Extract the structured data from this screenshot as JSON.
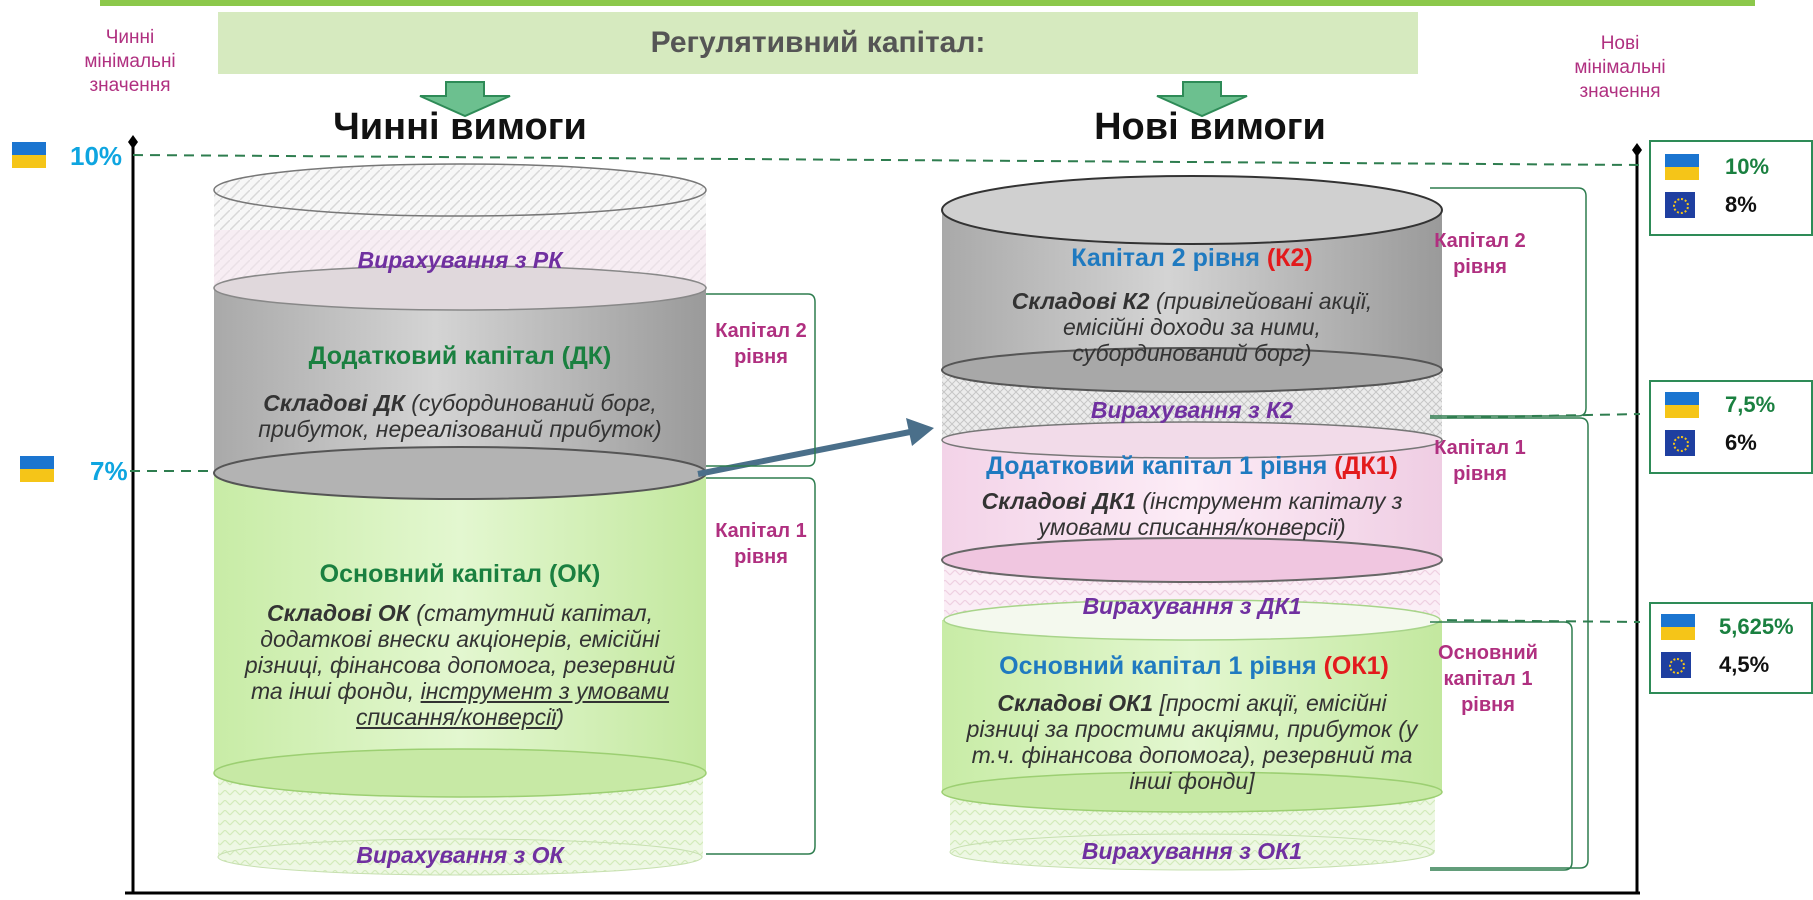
{
  "banner": "Регулятивний капітал:",
  "left_axis_label": [
    "Чинні",
    "мінімальні",
    "значення"
  ],
  "right_axis_label": [
    "Нові",
    "мінімальні",
    "значення"
  ],
  "left_header": "Чинні вимоги",
  "right_header": "Нові вимоги",
  "left_levels": {
    "p10": "10%",
    "p7": "7%"
  },
  "left_cylinder": {
    "deduct_top": "Вирахування з РК",
    "dk_title": "Додатковий капітал (ДК)",
    "dk_bold": "Складові ДК",
    "dk_text": " (субординований борг, прибуток, нереалізований прибуток)",
    "ok_title": "Основний капітал (ОК)",
    "ok_bold": "Складові ОК",
    "ok_text": " (статутний капітал, додаткові внески акціонерів, емісійні різниці, фінансова допомога, резервний та інші фонди, ",
    "ok_under": "інструмент з умовами списання/конверсії",
    "ok_end": ")",
    "deduct_bottom": "Вирахування з ОК"
  },
  "left_tiers": {
    "tier2": "Капітал 2 рівня",
    "tier1": "Капітал 1 рівня"
  },
  "right_cylinder": {
    "k2_title": "Капітал 2 рівня ",
    "k2_code": "(К2)",
    "k2_bold": "Складові К2",
    "k2_text": " (привілейовані акції, емісійні доходи за ними, субординований борг)",
    "deduct_k2": "Вирахування з К2",
    "dk1_title": "Додатковий капітал 1 рівня ",
    "dk1_code": "(ДК1)",
    "dk1_bold": "Складові ДК1",
    "dk1_text": " (інструмент капіталу з умовами списання/конверсії)",
    "deduct_dk1": "Вирахування з ДК1",
    "ok1_title": "Основний капітал 1 рівня ",
    "ok1_code": "(ОК1)",
    "ok1_bold": "Складові ОК1",
    "ok1_text": " [прості акції, емісійні різниці за простими акціями, прибуток (у т.ч. фінансова допомога), резервний та інші фонди]",
    "deduct_ok1": "Вирахування з ОК1"
  },
  "right_tiers": {
    "tier2": "Капітал 2 рівня",
    "tier1": "Капітал 1 рівня",
    "cet1": "Основний капітал 1 рівня"
  },
  "right_levels": [
    {
      "ua": "10%",
      "eu": "8%"
    },
    {
      "ua": "7,5%",
      "eu": "6%"
    },
    {
      "ua": "5,625%",
      "eu": "4,5%"
    }
  ],
  "colors": {
    "ua_blue": "#1b75d0",
    "ua_yellow": "#f5c518",
    "pct_cyan": "#0ea5e0",
    "green": "#1a8040",
    "purple": "#7030a0",
    "magenta": "#b03080",
    "red": "#e31a1c"
  }
}
